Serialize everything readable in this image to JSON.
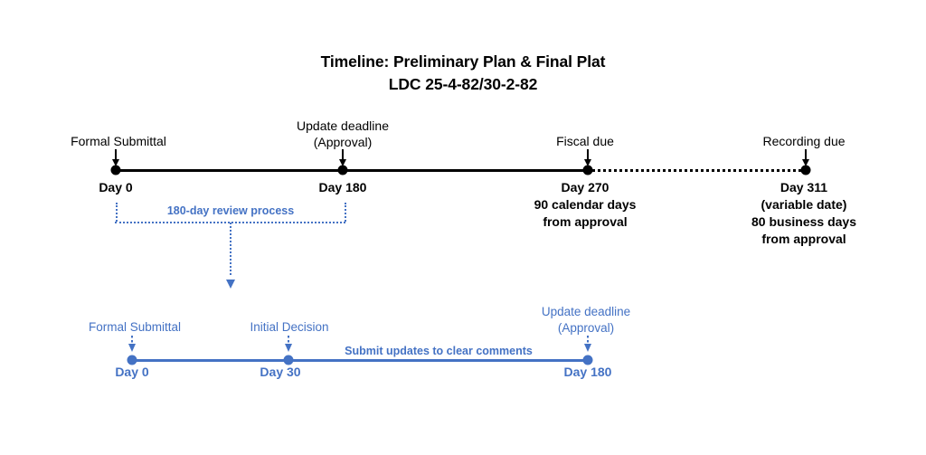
{
  "title": {
    "line1": "Timeline: Preliminary Plan & Final Plat",
    "line2": "LDC 25-4-82/30-2-82"
  },
  "colors": {
    "primary_black": "#000000",
    "accent_blue": "#4472c4",
    "background": "#ffffff"
  },
  "main_timeline": {
    "milestones": [
      {
        "id": "formal-submittal",
        "top_label": "Formal Submittal",
        "top_label_line2": "",
        "day_label": "Day 0",
        "notes": []
      },
      {
        "id": "update-deadline",
        "top_label": "Update deadline",
        "top_label_line2": "(Approval)",
        "day_label": "Day 180",
        "notes": []
      },
      {
        "id": "fiscal-due",
        "top_label": "Fiscal due",
        "top_label_line2": "",
        "day_label": "Day 270",
        "notes": [
          "90 calendar days",
          "from approval"
        ]
      },
      {
        "id": "recording-due",
        "top_label": "Recording due",
        "top_label_line2": "",
        "day_label": "Day 311",
        "notes": [
          "(variable date)",
          "80 business days",
          "from approval"
        ]
      }
    ]
  },
  "bracket": {
    "label": "180-day review process"
  },
  "detail_timeline": {
    "span_label": "Submit updates to clear comments",
    "milestones": [
      {
        "id": "formal-submittal",
        "top_label": "Formal Submittal",
        "top_label_line2": "",
        "day_label": "Day 0"
      },
      {
        "id": "initial-decision",
        "top_label": "Initial Decision",
        "top_label_line2": "",
        "day_label": "Day 30"
      },
      {
        "id": "update-deadline",
        "top_label": "Update deadline",
        "top_label_line2": "(Approval)",
        "day_label": "Day 180"
      }
    ]
  }
}
